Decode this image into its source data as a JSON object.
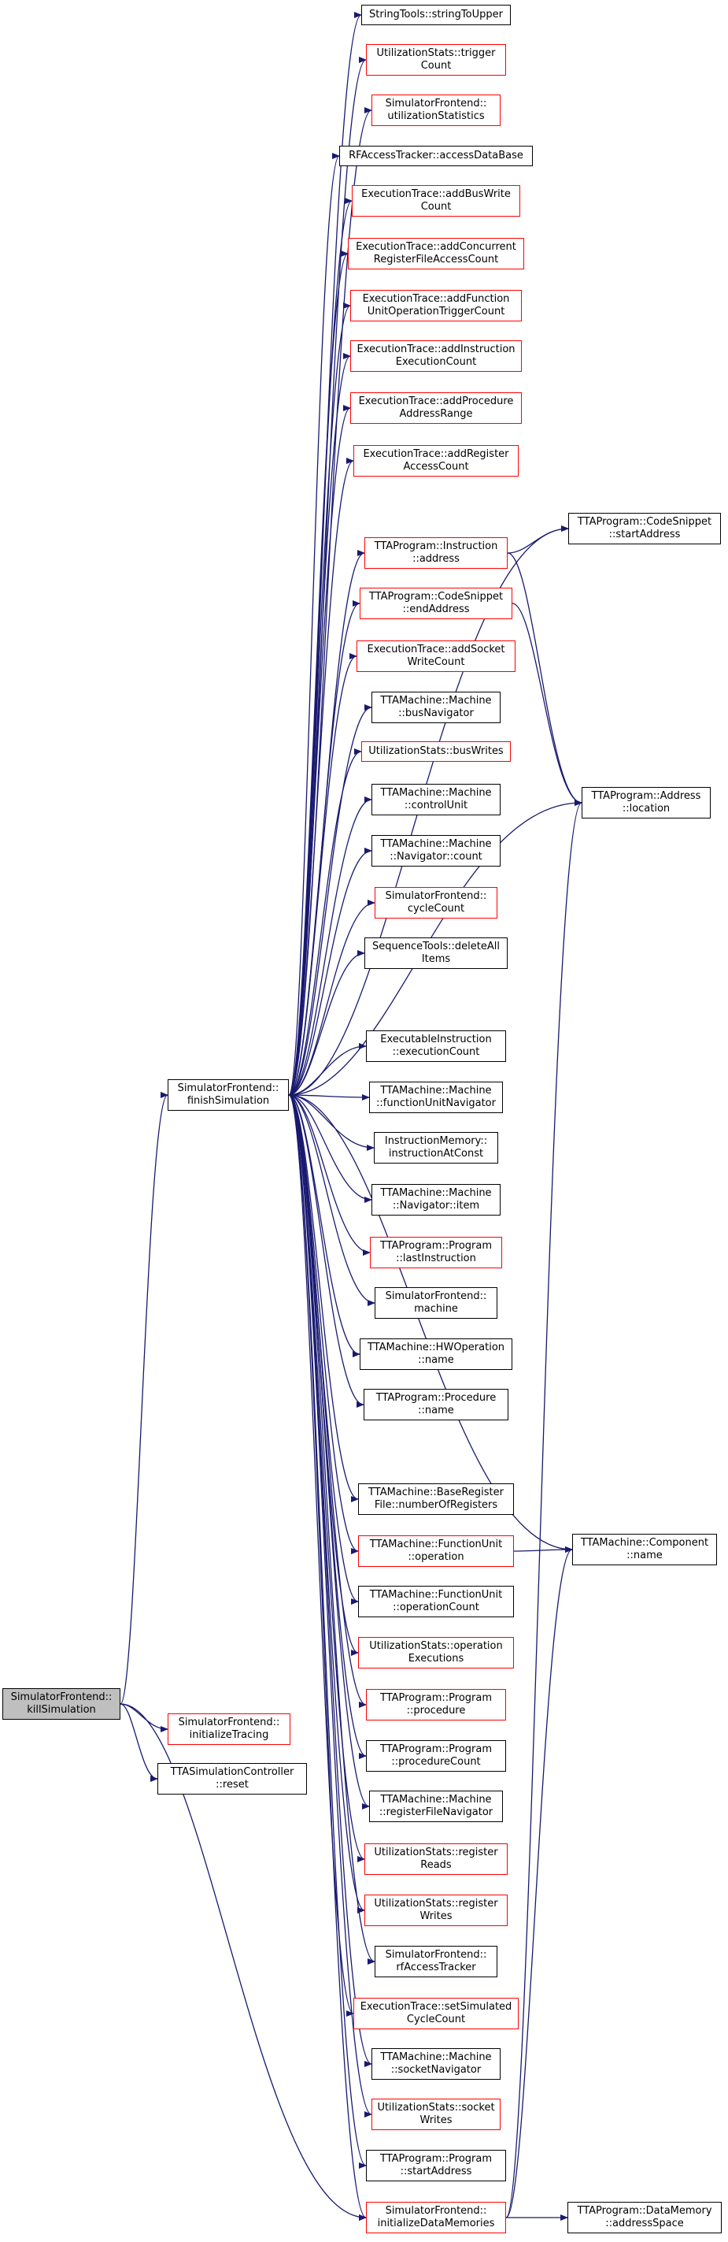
{
  "colors": {
    "edge": "#191970",
    "link_border": "#ff0000",
    "plain_border": "#000000",
    "focus_fill": "#bfbfbf"
  },
  "nodes": {
    "killSimulation": {
      "line1": "SimulatorFrontend::",
      "line2": "killSimulation"
    },
    "finishSimulation": {
      "line1": "SimulatorFrontend::",
      "line2": "finishSimulation"
    },
    "initializeTracing": {
      "line1": "SimulatorFrontend::",
      "line2": "initializeTracing"
    },
    "reset": {
      "line1": "TTASimulationController",
      "line2": "::reset"
    },
    "stringToUpper": {
      "line1": "StringTools::stringToUpper",
      "line2": ""
    },
    "triggerCount": {
      "line1": "UtilizationStats::trigger",
      "line2": "Count"
    },
    "utilizationStatistics": {
      "line1": "SimulatorFrontend::",
      "line2": "utilizationStatistics"
    },
    "accessDataBase": {
      "line1": "RFAccessTracker::accessDataBase",
      "line2": ""
    },
    "addBusWriteCount": {
      "line1": "ExecutionTrace::addBusWrite",
      "line2": "Count"
    },
    "addConcurrent": {
      "line1": "ExecutionTrace::addConcurrent",
      "line2": "RegisterFileAccessCount"
    },
    "addFunctionUnit": {
      "line1": "ExecutionTrace::addFunction",
      "line2": "UnitOperationTriggerCount"
    },
    "addInstruction": {
      "line1": "ExecutionTrace::addInstruction",
      "line2": "ExecutionCount"
    },
    "addProcedure": {
      "line1": "ExecutionTrace::addProcedure",
      "line2": "AddressRange"
    },
    "addRegister": {
      "line1": "ExecutionTrace::addRegister",
      "line2": "AccessCount"
    },
    "instrAddress": {
      "line1": "TTAProgram::Instruction",
      "line2": "::address"
    },
    "csStartAddress": {
      "line1": "TTAProgram::CodeSnippet",
      "line2": "::startAddress"
    },
    "csEndAddress": {
      "line1": "TTAProgram::CodeSnippet",
      "line2": "::endAddress"
    },
    "addSocket": {
      "line1": "ExecutionTrace::addSocket",
      "line2": "WriteCount"
    },
    "busNavigator": {
      "line1": "TTAMachine::Machine",
      "line2": "::busNavigator"
    },
    "busWrites": {
      "line1": "UtilizationStats::busWrites",
      "line2": ""
    },
    "addrLocation": {
      "line1": "TTAProgram::Address",
      "line2": "::location"
    },
    "controlUnit": {
      "line1": "TTAMachine::Machine",
      "line2": "::controlUnit"
    },
    "navCount": {
      "line1": "TTAMachine::Machine",
      "line2": "::Navigator::count"
    },
    "cycleCount": {
      "line1": "SimulatorFrontend::",
      "line2": "cycleCount"
    },
    "deleteAll": {
      "line1": "SequenceTools::deleteAll",
      "line2": "Items"
    },
    "executionCount": {
      "line1": "ExecutableInstruction",
      "line2": "::executionCount"
    },
    "fuNavigator": {
      "line1": "TTAMachine::Machine",
      "line2": "::functionUnitNavigator"
    },
    "instructionAtConst": {
      "line1": "InstructionMemory::",
      "line2": "instructionAtConst"
    },
    "navItem": {
      "line1": "TTAMachine::Machine",
      "line2": "::Navigator::item"
    },
    "lastInstruction": {
      "line1": "TTAProgram::Program",
      "line2": "::lastInstruction"
    },
    "machine": {
      "line1": "SimulatorFrontend::",
      "line2": "machine"
    },
    "hwOpName": {
      "line1": "TTAMachine::HWOperation",
      "line2": "::name"
    },
    "procName": {
      "line1": "TTAProgram::Procedure",
      "line2": "::name"
    },
    "numberOfRegisters": {
      "line1": "TTAMachine::BaseRegister",
      "line2": "File::numberOfRegisters"
    },
    "fuOperation": {
      "line1": "TTAMachine::FunctionUnit",
      "line2": "::operation"
    },
    "componentName": {
      "line1": "TTAMachine::Component",
      "line2": "::name"
    },
    "operationCount": {
      "line1": "TTAMachine::FunctionUnit",
      "line2": "::operationCount"
    },
    "opExecutions": {
      "line1": "UtilizationStats::operation",
      "line2": "Executions"
    },
    "procedure": {
      "line1": "TTAProgram::Program",
      "line2": "::procedure"
    },
    "procedureCount": {
      "line1": "TTAProgram::Program",
      "line2": "::procedureCount"
    },
    "rfNavigator": {
      "line1": "TTAMachine::Machine",
      "line2": "::registerFileNavigator"
    },
    "registerReads": {
      "line1": "UtilizationStats::register",
      "line2": "Reads"
    },
    "registerWrites": {
      "line1": "UtilizationStats::register",
      "line2": "Writes"
    },
    "rfAccessTracker": {
      "line1": "SimulatorFrontend::",
      "line2": "rfAccessTracker"
    },
    "setSimulated": {
      "line1": "ExecutionTrace::setSimulated",
      "line2": "CycleCount"
    },
    "socketNavigator": {
      "line1": "TTAMachine::Machine",
      "line2": "::socketNavigator"
    },
    "socketWrites": {
      "line1": "UtilizationStats::socket",
      "line2": "Writes"
    },
    "progStartAddress": {
      "line1": "TTAProgram::Program",
      "line2": "::startAddress"
    },
    "initDataMem": {
      "line1": "SimulatorFrontend::",
      "line2": "initializeDataMemories"
    },
    "addressSpace": {
      "line1": "TTAProgram::DataMemory",
      "line2": "::addressSpace"
    }
  },
  "edges": [
    [
      "killSimulation",
      "finishSimulation"
    ],
    [
      "killSimulation",
      "initializeTracing"
    ],
    [
      "killSimulation",
      "reset"
    ],
    [
      "killSimulation",
      "initDataMem"
    ],
    [
      "finishSimulation",
      "stringToUpper"
    ],
    [
      "finishSimulation",
      "triggerCount"
    ],
    [
      "finishSimulation",
      "utilizationStatistics"
    ],
    [
      "finishSimulation",
      "accessDataBase"
    ],
    [
      "finishSimulation",
      "addBusWriteCount"
    ],
    [
      "finishSimulation",
      "addConcurrent"
    ],
    [
      "finishSimulation",
      "addFunctionUnit"
    ],
    [
      "finishSimulation",
      "addInstruction"
    ],
    [
      "finishSimulation",
      "addProcedure"
    ],
    [
      "finishSimulation",
      "addRegister"
    ],
    [
      "finishSimulation",
      "csStartAddress"
    ],
    [
      "finishSimulation",
      "instrAddress"
    ],
    [
      "finishSimulation",
      "csEndAddress"
    ],
    [
      "finishSimulation",
      "addSocket"
    ],
    [
      "finishSimulation",
      "busNavigator"
    ],
    [
      "finishSimulation",
      "busWrites"
    ],
    [
      "finishSimulation",
      "controlUnit"
    ],
    [
      "finishSimulation",
      "navCount"
    ],
    [
      "finishSimulation",
      "cycleCount"
    ],
    [
      "finishSimulation",
      "deleteAll"
    ],
    [
      "finishSimulation",
      "addrLocation"
    ],
    [
      "finishSimulation",
      "executionCount"
    ],
    [
      "finishSimulation",
      "fuNavigator"
    ],
    [
      "finishSimulation",
      "instructionAtConst"
    ],
    [
      "finishSimulation",
      "navItem"
    ],
    [
      "finishSimulation",
      "lastInstruction"
    ],
    [
      "finishSimulation",
      "machine"
    ],
    [
      "finishSimulation",
      "hwOpName"
    ],
    [
      "finishSimulation",
      "procName"
    ],
    [
      "finishSimulation",
      "componentName"
    ],
    [
      "finishSimulation",
      "numberOfRegisters"
    ],
    [
      "finishSimulation",
      "fuOperation"
    ],
    [
      "finishSimulation",
      "operationCount"
    ],
    [
      "finishSimulation",
      "opExecutions"
    ],
    [
      "finishSimulation",
      "procedure"
    ],
    [
      "finishSimulation",
      "procedureCount"
    ],
    [
      "finishSimulation",
      "rfNavigator"
    ],
    [
      "finishSimulation",
      "registerReads"
    ],
    [
      "finishSimulation",
      "registerWrites"
    ],
    [
      "finishSimulation",
      "rfAccessTracker"
    ],
    [
      "finishSimulation",
      "setSimulated"
    ],
    [
      "finishSimulation",
      "socketNavigator"
    ],
    [
      "finishSimulation",
      "socketWrites"
    ],
    [
      "finishSimulation",
      "progStartAddress"
    ],
    [
      "finishSimulation",
      "initDataMem"
    ],
    [
      "instrAddress",
      "csStartAddress"
    ],
    [
      "instrAddress",
      "addrLocation"
    ],
    [
      "csEndAddress",
      "addrLocation"
    ],
    [
      "fuOperation",
      "componentName"
    ],
    [
      "initDataMem",
      "addrLocation"
    ],
    [
      "initDataMem",
      "componentName"
    ],
    [
      "initDataMem",
      "addressSpace"
    ]
  ]
}
